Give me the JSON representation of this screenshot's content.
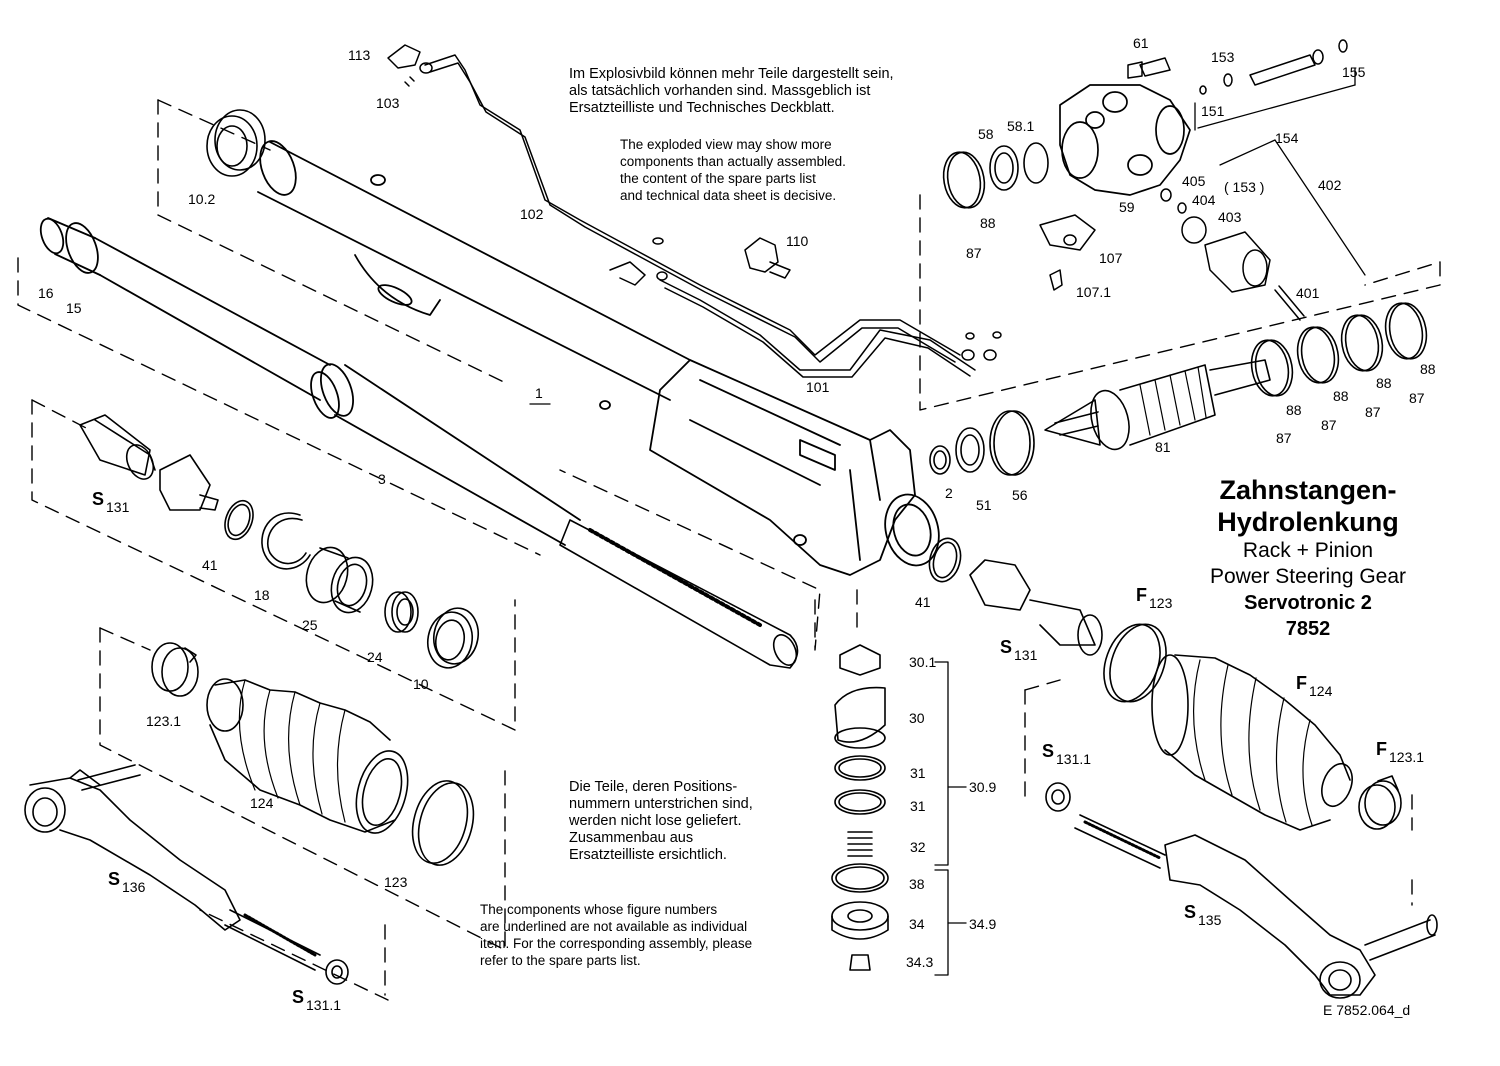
{
  "title": {
    "de_line1": "Zahnstangen-",
    "de_line2": "Hydrolenkung",
    "en_line1": "Rack + Pinion",
    "en_line2": "Power Steering Gear",
    "model": "Servotronic 2",
    "number": "7852"
  },
  "note_top_de": [
    "Im Explosivbild können mehr Teile dargestellt sein,",
    "als tatsächlich vorhanden sind. Massgeblich ist",
    "Ersatzteilliste und Technisches Deckblatt."
  ],
  "note_top_en": [
    "The exploded view may show more",
    "components than actually assembled.",
    "the content of the spare parts list",
    "and technical data sheet is decisive."
  ],
  "note_bottom_de": [
    "Die Teile, deren Positions-",
    "nummern unterstrichen sind,",
    "werden nicht lose geliefert.",
    "Zusammenbau aus",
    "Ersatzteilliste ersichtlich."
  ],
  "note_bottom_en": [
    "The components whose figure numbers",
    "are underlined are not available as individual",
    "item. For the corresponding assembly, please",
    "refer to the spare parts list."
  ],
  "drawing_code": "E  7852.064_d",
  "labels": {
    "p113": "113",
    "p103": "103",
    "p102": "102",
    "p110": "110",
    "p101": "101",
    "p1": "1",
    "p10_2": "10.2",
    "p16": "16",
    "p15": "15",
    "p3": "3",
    "s131_left_s": "S",
    "s131_left_n": "131",
    "p41a": "41",
    "p18": "18",
    "p25": "25",
    "p24": "24",
    "p10": "10",
    "p123_1": "123.1",
    "p124": "124",
    "p123": "123",
    "s136_s": "S",
    "s136_n": "136",
    "s131_1_bl_s": "S",
    "s131_1_bl_n": "131.1",
    "p61": "61",
    "p153": "153",
    "p155": "155",
    "p151": "151",
    "p154": "154",
    "p58": "58",
    "p58_1": "58.1",
    "p88_top": "88",
    "p87_top": "87",
    "p59": "59",
    "p405": "405",
    "p404": "404",
    "p153b": "( 153 )",
    "p403": "403",
    "p402": "402",
    "p107": "107",
    "p107_1": "107.1",
    "p401": "401",
    "p88a": "88",
    "p87a": "87",
    "p88b": "88",
    "p87b": "87",
    "p88c": "88",
    "p87c": "87",
    "p88d": "88",
    "p87d": "87",
    "p81": "81",
    "p2": "2",
    "p51": "51",
    "p56": "56",
    "p41b": "41",
    "p30_1": "30.1",
    "p30": "30",
    "p31a": "31",
    "p31b": "31",
    "p30_9": "30.9",
    "p32": "32",
    "p38": "38",
    "p34": "34",
    "p34_9": "34.9",
    "p34_3": "34.3",
    "s131_right_s": "S",
    "s131_right_n": "131",
    "f123_f": "F",
    "f123_n": "123",
    "f124_f": "F",
    "f124_n": "124",
    "f123_1_f": "F",
    "f123_1_n": "123.1",
    "s131_1_r_s": "S",
    "s131_1_r_n": "131.1",
    "s135_s": "S",
    "s135_n": "135"
  }
}
